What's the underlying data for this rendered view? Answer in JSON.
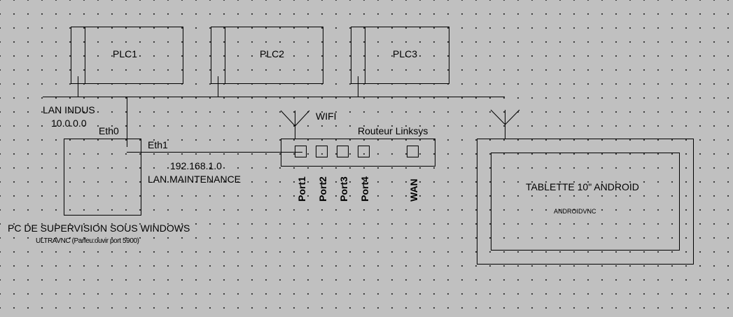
{
  "plcs": [
    {
      "label": "PLC1"
    },
    {
      "label": "PLC2"
    },
    {
      "label": "PLC3"
    }
  ],
  "lan_indus": {
    "name": "LAN INDUS",
    "address": "10.0.0.0"
  },
  "pc": {
    "eth0": "Eth0",
    "eth1": "Eth1",
    "title": "PC DE SUPERVISION SOUS WINDOWS",
    "software": "ULTRAVNC (Parfeu:ouvir port 5900)"
  },
  "lan_maintenance": {
    "address": "192.168.1.0",
    "name": "LAN MAINTENANCE"
  },
  "router": {
    "wifi": "WIFI",
    "name": "Routeur Linksys",
    "ports": [
      "Port1",
      "Port2",
      "Port3",
      "Port4"
    ],
    "wan": "WAN"
  },
  "tablet": {
    "title": "TABLETTE 10\" ANDROID",
    "software": "ANDROIDVNC"
  },
  "icons": [
    "antenna-icon"
  ]
}
